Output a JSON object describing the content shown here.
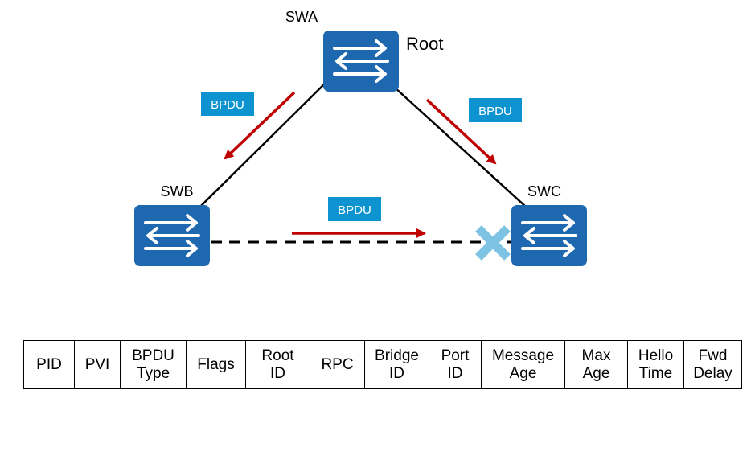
{
  "switches": {
    "swa": {
      "name": "SWA",
      "role": "Root",
      "icon": "switch-icon"
    },
    "swb": {
      "name": "SWB",
      "icon": "switch-icon"
    },
    "swc": {
      "name": "SWC",
      "icon": "switch-icon"
    }
  },
  "bpdu_tags": {
    "swa_to_swb": "BPDU",
    "swa_to_swc": "BPDU",
    "swb_to_swc": "BPDU"
  },
  "blocked_port": {
    "icon": "blocked-x-icon"
  },
  "colors": {
    "switch_fill": "#1e68b0",
    "tag_fill": "#0c93d0",
    "arrow": "#c00000",
    "link": "#000000",
    "blocked_x": "#7ec3e4"
  },
  "bpdu_fields": [
    "PID",
    "PVI",
    "BPDU\nType",
    "Flags",
    "Root\nID",
    "RPC",
    "Bridge\nID",
    "Port\nID",
    "Message\nAge",
    "Max\nAge",
    "Hello\nTime",
    "Fwd\nDelay"
  ]
}
